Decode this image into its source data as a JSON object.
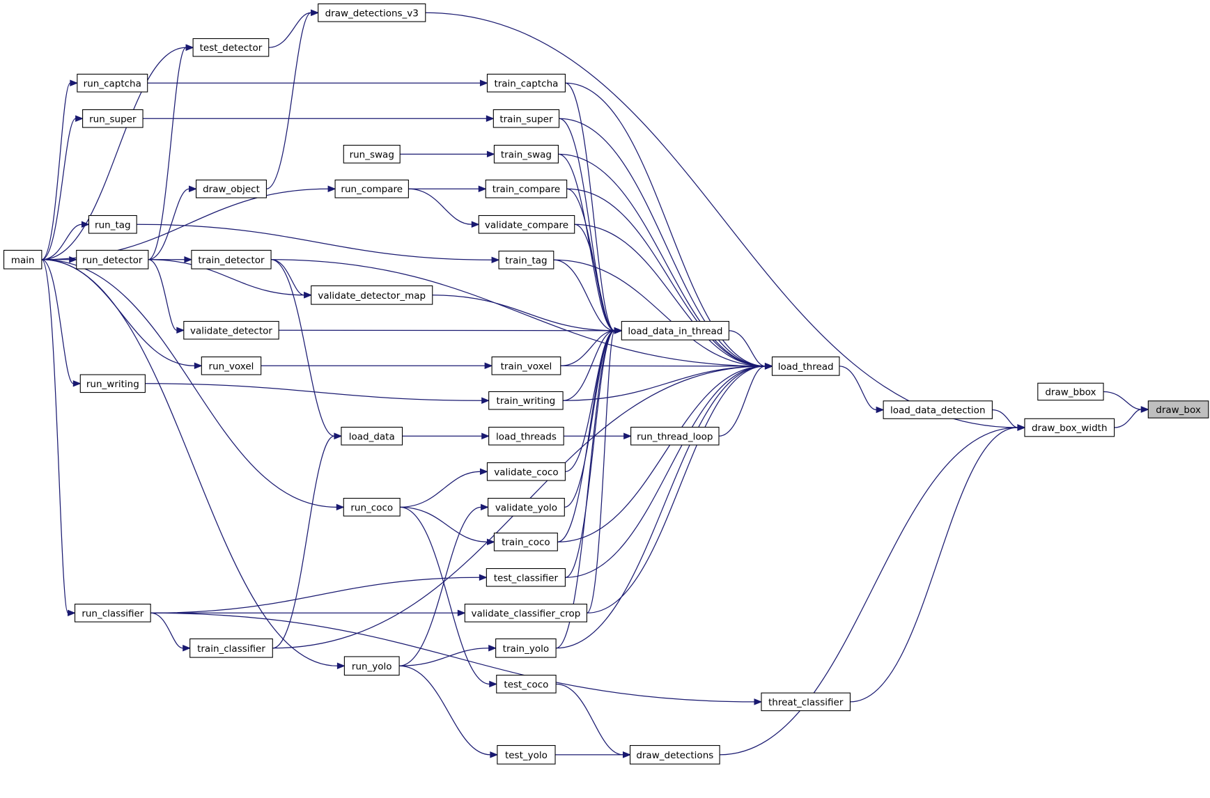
{
  "diagram": {
    "type": "call-graph",
    "focus_node": "draw_box",
    "colors": {
      "edge": "#191970",
      "node_border": "#000000",
      "node_fill": "#ffffff",
      "focus_fill": "#bfbfbf"
    },
    "nodes": [
      {
        "id": "draw_box",
        "label": "draw_box"
      },
      {
        "id": "draw_bbox",
        "label": "draw_bbox"
      },
      {
        "id": "draw_box_width",
        "label": "draw_box_width"
      },
      {
        "id": "draw_detections_v3",
        "label": "draw_detections_v3"
      },
      {
        "id": "load_data_detection",
        "label": "load_data_detection"
      },
      {
        "id": "draw_detections",
        "label": "draw_detections"
      },
      {
        "id": "threat_classifier",
        "label": "threat_classifier"
      },
      {
        "id": "load_thread",
        "label": "load_thread"
      },
      {
        "id": "load_data_in_thread",
        "label": "load_data_in_thread"
      },
      {
        "id": "run_thread_loop",
        "label": "run_thread_loop"
      },
      {
        "id": "load_threads",
        "label": "load_threads"
      },
      {
        "id": "load_data",
        "label": "load_data"
      },
      {
        "id": "train_captcha",
        "label": "train_captcha"
      },
      {
        "id": "train_super",
        "label": "train_super"
      },
      {
        "id": "train_swag",
        "label": "train_swag"
      },
      {
        "id": "train_compare",
        "label": "train_compare"
      },
      {
        "id": "validate_compare",
        "label": "validate_compare"
      },
      {
        "id": "train_tag",
        "label": "train_tag"
      },
      {
        "id": "validate_detector_map",
        "label": "validate_detector_map"
      },
      {
        "id": "validate_detector",
        "label": "validate_detector"
      },
      {
        "id": "train_voxel",
        "label": "train_voxel"
      },
      {
        "id": "train_writing",
        "label": "train_writing"
      },
      {
        "id": "validate_coco",
        "label": "validate_coco"
      },
      {
        "id": "validate_yolo",
        "label": "validate_yolo"
      },
      {
        "id": "train_coco",
        "label": "train_coco"
      },
      {
        "id": "test_classifier",
        "label": "test_classifier"
      },
      {
        "id": "validate_classifier_crop",
        "label": "validate_classifier_crop"
      },
      {
        "id": "train_yolo",
        "label": "train_yolo"
      },
      {
        "id": "test_coco",
        "label": "test_coco"
      },
      {
        "id": "test_yolo",
        "label": "test_yolo"
      },
      {
        "id": "train_detector",
        "label": "train_detector"
      },
      {
        "id": "train_classifier",
        "label": "train_classifier"
      },
      {
        "id": "test_detector",
        "label": "test_detector"
      },
      {
        "id": "draw_object",
        "label": "draw_object"
      },
      {
        "id": "run_captcha",
        "label": "run_captcha"
      },
      {
        "id": "run_super",
        "label": "run_super"
      },
      {
        "id": "run_swag",
        "label": "run_swag"
      },
      {
        "id": "run_compare",
        "label": "run_compare"
      },
      {
        "id": "run_tag",
        "label": "run_tag"
      },
      {
        "id": "run_detector",
        "label": "run_detector"
      },
      {
        "id": "run_voxel",
        "label": "run_voxel"
      },
      {
        "id": "run_writing",
        "label": "run_writing"
      },
      {
        "id": "run_coco",
        "label": "run_coco"
      },
      {
        "id": "run_yolo",
        "label": "run_yolo"
      },
      {
        "id": "run_classifier",
        "label": "run_classifier"
      },
      {
        "id": "main",
        "label": "main"
      }
    ],
    "edges": [
      {
        "from": "draw_bbox",
        "to": "draw_box"
      },
      {
        "from": "draw_box_width",
        "to": "draw_box"
      },
      {
        "from": "draw_detections_v3",
        "to": "draw_box_width"
      },
      {
        "from": "load_data_detection",
        "to": "draw_box_width"
      },
      {
        "from": "draw_detections",
        "to": "draw_box_width"
      },
      {
        "from": "threat_classifier",
        "to": "draw_box_width"
      },
      {
        "from": "load_thread",
        "to": "load_data_detection"
      },
      {
        "from": "load_data_in_thread",
        "to": "load_thread"
      },
      {
        "from": "run_thread_loop",
        "to": "load_thread"
      },
      {
        "from": "train_captcha",
        "to": "load_thread"
      },
      {
        "from": "train_super",
        "to": "load_thread"
      },
      {
        "from": "train_swag",
        "to": "load_thread"
      },
      {
        "from": "train_compare",
        "to": "load_thread"
      },
      {
        "from": "validate_compare",
        "to": "load_thread"
      },
      {
        "from": "train_tag",
        "to": "load_thread"
      },
      {
        "from": "train_voxel",
        "to": "load_thread"
      },
      {
        "from": "train_writing",
        "to": "load_thread"
      },
      {
        "from": "train_coco",
        "to": "load_thread"
      },
      {
        "from": "test_classifier",
        "to": "load_thread"
      },
      {
        "from": "validate_classifier_crop",
        "to": "load_thread"
      },
      {
        "from": "train_yolo",
        "to": "load_thread"
      },
      {
        "from": "train_classifier",
        "to": "load_thread"
      },
      {
        "from": "train_detector",
        "to": "load_thread"
      },
      {
        "from": "train_captcha",
        "to": "load_data_in_thread"
      },
      {
        "from": "train_super",
        "to": "load_data_in_thread"
      },
      {
        "from": "train_swag",
        "to": "load_data_in_thread"
      },
      {
        "from": "train_compare",
        "to": "load_data_in_thread"
      },
      {
        "from": "validate_compare",
        "to": "load_data_in_thread"
      },
      {
        "from": "train_tag",
        "to": "load_data_in_thread"
      },
      {
        "from": "validate_detector_map",
        "to": "load_data_in_thread"
      },
      {
        "from": "validate_detector",
        "to": "load_data_in_thread"
      },
      {
        "from": "train_voxel",
        "to": "load_data_in_thread"
      },
      {
        "from": "train_writing",
        "to": "load_data_in_thread"
      },
      {
        "from": "validate_coco",
        "to": "load_data_in_thread"
      },
      {
        "from": "validate_yolo",
        "to": "load_data_in_thread"
      },
      {
        "from": "train_coco",
        "to": "load_data_in_thread"
      },
      {
        "from": "test_classifier",
        "to": "load_data_in_thread"
      },
      {
        "from": "validate_classifier_crop",
        "to": "load_data_in_thread"
      },
      {
        "from": "train_yolo",
        "to": "load_data_in_thread"
      },
      {
        "from": "load_threads",
        "to": "run_thread_loop"
      },
      {
        "from": "load_data",
        "to": "load_threads"
      },
      {
        "from": "train_detector",
        "to": "load_data"
      },
      {
        "from": "train_classifier",
        "to": "load_data"
      },
      {
        "from": "test_coco",
        "to": "draw_detections"
      },
      {
        "from": "test_yolo",
        "to": "draw_detections"
      },
      {
        "from": "test_detector",
        "to": "draw_detections_v3"
      },
      {
        "from": "draw_object",
        "to": "draw_detections_v3"
      },
      {
        "from": "run_captcha",
        "to": "train_captcha"
      },
      {
        "from": "run_super",
        "to": "train_super"
      },
      {
        "from": "run_swag",
        "to": "train_swag"
      },
      {
        "from": "run_compare",
        "to": "train_compare"
      },
      {
        "from": "run_compare",
        "to": "validate_compare"
      },
      {
        "from": "run_tag",
        "to": "train_tag"
      },
      {
        "from": "run_detector",
        "to": "train_detector"
      },
      {
        "from": "run_detector",
        "to": "validate_detector_map"
      },
      {
        "from": "train_detector",
        "to": "validate_detector_map"
      },
      {
        "from": "run_detector",
        "to": "validate_detector"
      },
      {
        "from": "run_detector",
        "to": "test_detector"
      },
      {
        "from": "run_detector",
        "to": "draw_object"
      },
      {
        "from": "run_voxel",
        "to": "train_voxel"
      },
      {
        "from": "run_writing",
        "to": "train_writing"
      },
      {
        "from": "run_coco",
        "to": "validate_coco"
      },
      {
        "from": "run_coco",
        "to": "train_coco"
      },
      {
        "from": "run_coco",
        "to": "test_coco"
      },
      {
        "from": "run_yolo",
        "to": "validate_yolo"
      },
      {
        "from": "run_yolo",
        "to": "train_yolo"
      },
      {
        "from": "run_yolo",
        "to": "test_yolo"
      },
      {
        "from": "run_classifier",
        "to": "test_classifier"
      },
      {
        "from": "run_classifier",
        "to": "validate_classifier_crop"
      },
      {
        "from": "run_classifier",
        "to": "train_classifier"
      },
      {
        "from": "run_classifier",
        "to": "threat_classifier"
      },
      {
        "from": "main",
        "to": "test_detector"
      },
      {
        "from": "main",
        "to": "run_captcha"
      },
      {
        "from": "main",
        "to": "run_super"
      },
      {
        "from": "main",
        "to": "run_compare"
      },
      {
        "from": "main",
        "to": "run_tag"
      },
      {
        "from": "main",
        "to": "run_detector"
      },
      {
        "from": "main",
        "to": "run_voxel"
      },
      {
        "from": "main",
        "to": "run_writing"
      },
      {
        "from": "main",
        "to": "run_coco"
      },
      {
        "from": "main",
        "to": "run_classifier"
      },
      {
        "from": "main",
        "to": "run_yolo"
      }
    ]
  }
}
